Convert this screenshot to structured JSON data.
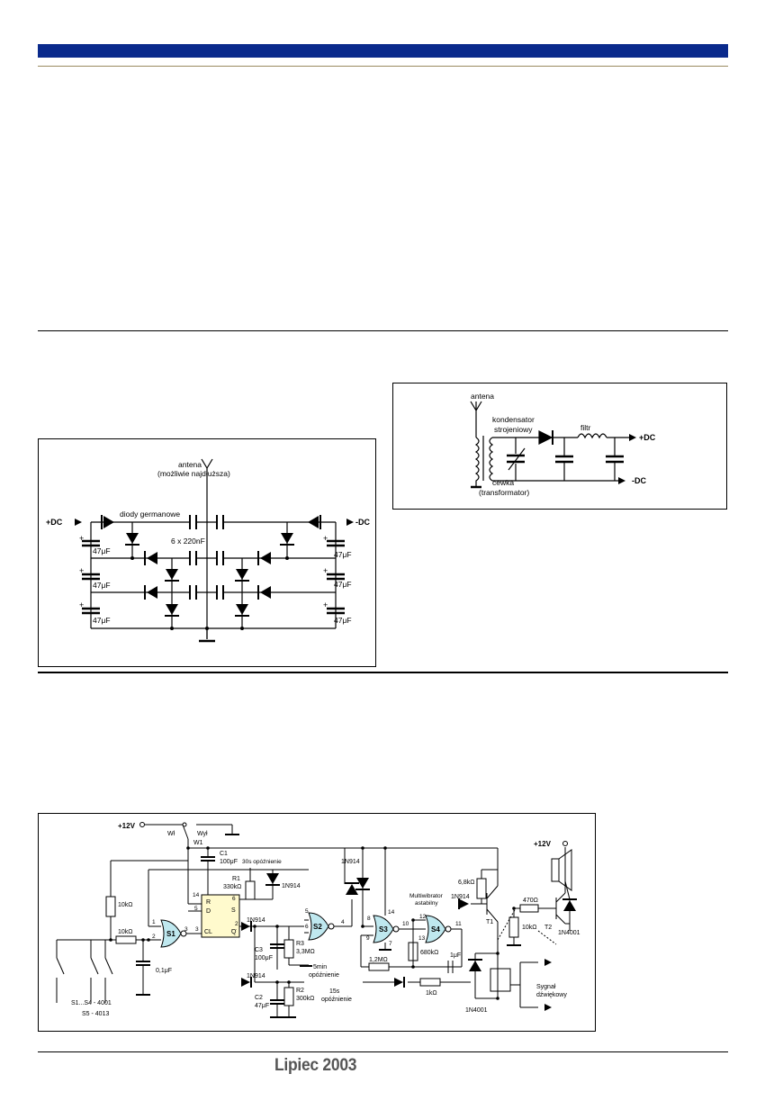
{
  "footer": {
    "text": "Lipiec 2003"
  },
  "fig_antenna": {
    "antenna": "antena",
    "antenna_note": "(możliwie najdłuższa)",
    "plus_dc": "+DC",
    "minus_dc": "-DC",
    "diodes": "diody germanowe",
    "caps": "6 x 220nF",
    "cap_value": "47μF",
    "plus": "+"
  },
  "fig_tuned": {
    "antenna": "antena",
    "cap_label_1": "kondensator",
    "cap_label_2": "strojeniowy",
    "filter": "filtr",
    "plus_dc": "+DC",
    "minus_dc": "-DC",
    "coil_1": "cewka",
    "coil_2": "(transformator)"
  },
  "fig_timer": {
    "v12": "+12V",
    "wl": "Wł",
    "wyl": "Wył",
    "w1": "W1",
    "c1": "C1",
    "c1_val": "100μF",
    "delay30": "30s opóźnienie",
    "r1": "R1",
    "r1_val": "330kΩ",
    "d1n914": "1N914",
    "r10k": "10kΩ",
    "c01": "0,1μF",
    "s1": "S1",
    "s2": "S2",
    "s3": "S3",
    "s4": "S4",
    "pin_r": "R",
    "pin_s": "S",
    "pin_d": "D",
    "pin_cl": "CL",
    "pin_q": "Q",
    "c3": "C3",
    "c3_val": "100μF",
    "r3": "R3",
    "r3_val": "3,3MΩ",
    "delay5": "5min",
    "delay5b": "opóźnienie",
    "c2": "C2",
    "c2_val": "47μF",
    "r2": "R2",
    "r2_val": "300kΩ",
    "delay15": "15s",
    "delay15b": "opóźnienie",
    "multi1": "Multiwibrator",
    "multi2": "astabilny",
    "r68": "6,8kΩ",
    "r680": "680kΩ",
    "r12": "1,2MΩ",
    "r1k": "1kΩ",
    "c1u": "1μF",
    "t1": "T1",
    "t2": "T2",
    "r470": "470Ω",
    "d4001": "1N4001",
    "signal1": "Sygnał",
    "signal2": "dźwiękowy",
    "legend1": "S1...S4 - 4001",
    "legend2": "S5 - 4013",
    "p1": "1",
    "p2": "2",
    "p3": "3",
    "p4": "4",
    "p5": "5",
    "p6": "6",
    "p7": "7",
    "p8": "8",
    "p9": "9",
    "p10": "10",
    "p11": "11",
    "p12": "12",
    "p13": "13",
    "p14": "14",
    "p14b": "14",
    "p5b": "5",
    "p6b": "6",
    "p2b": "2",
    "p3b": "3"
  }
}
